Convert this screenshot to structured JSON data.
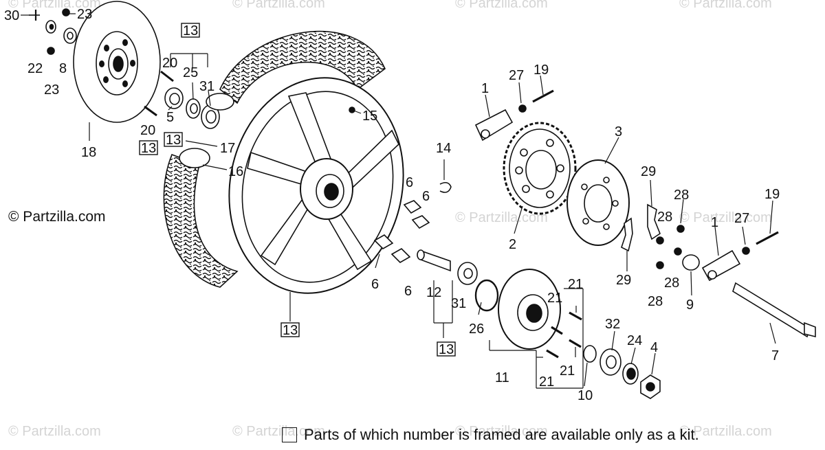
{
  "watermark_text": "© Partzilla.com",
  "copyright": "© Partzilla.com",
  "legend_text": "Parts of which number is framed are available only as a kit.",
  "callouts": [
    {
      "id": "c30",
      "label": "30",
      "framed": false
    },
    {
      "id": "c23a",
      "label": "23",
      "framed": false
    },
    {
      "id": "c22",
      "label": "22",
      "framed": false
    },
    {
      "id": "c8",
      "label": "8",
      "framed": false
    },
    {
      "id": "c23b",
      "label": "23",
      "framed": false
    },
    {
      "id": "c18",
      "label": "18",
      "framed": false
    },
    {
      "id": "c13a",
      "label": "13",
      "framed": true
    },
    {
      "id": "c20a",
      "label": "20",
      "framed": false
    },
    {
      "id": "c25",
      "label": "25",
      "framed": false
    },
    {
      "id": "c31a",
      "label": "31",
      "framed": false
    },
    {
      "id": "c5",
      "label": "5",
      "framed": false
    },
    {
      "id": "c20b",
      "label": "20",
      "framed": false
    },
    {
      "id": "c13b",
      "label": "13",
      "framed": true
    },
    {
      "id": "c13c",
      "label": "13",
      "framed": true
    },
    {
      "id": "c17",
      "label": "17",
      "framed": false
    },
    {
      "id": "c16",
      "label": "16",
      "framed": false
    },
    {
      "id": "c15",
      "label": "15",
      "framed": false
    },
    {
      "id": "c13d",
      "label": "13",
      "framed": true
    },
    {
      "id": "c14",
      "label": "14",
      "framed": false
    },
    {
      "id": "c6a",
      "label": "6",
      "framed": false
    },
    {
      "id": "c6b",
      "label": "6",
      "framed": false
    },
    {
      "id": "c6c",
      "label": "6",
      "framed": false
    },
    {
      "id": "c6d",
      "label": "6",
      "framed": false
    },
    {
      "id": "c12",
      "label": "12",
      "framed": false
    },
    {
      "id": "c31b",
      "label": "31",
      "framed": false
    },
    {
      "id": "c13e",
      "label": "13",
      "framed": true
    },
    {
      "id": "c26",
      "label": "26",
      "framed": false
    },
    {
      "id": "c1a",
      "label": "1",
      "framed": false
    },
    {
      "id": "c27a",
      "label": "27",
      "framed": false
    },
    {
      "id": "c19a",
      "label": "19",
      "framed": false
    },
    {
      "id": "c2",
      "label": "2",
      "framed": false
    },
    {
      "id": "c3",
      "label": "3",
      "framed": false
    },
    {
      "id": "c29a",
      "label": "29",
      "framed": false
    },
    {
      "id": "c29b",
      "label": "29",
      "framed": false
    },
    {
      "id": "c28a",
      "label": "28",
      "framed": false
    },
    {
      "id": "c28b",
      "label": "28",
      "framed": false
    },
    {
      "id": "c28c",
      "label": "28",
      "framed": false
    },
    {
      "id": "c28d",
      "label": "28",
      "framed": false
    },
    {
      "id": "c1b",
      "label": "1",
      "framed": false
    },
    {
      "id": "c27b",
      "label": "27",
      "framed": false
    },
    {
      "id": "c19b",
      "label": "19",
      "framed": false
    },
    {
      "id": "c9",
      "label": "9",
      "framed": false
    },
    {
      "id": "c7",
      "label": "7",
      "framed": false
    },
    {
      "id": "c21a",
      "label": "21",
      "framed": false
    },
    {
      "id": "c21b",
      "label": "21",
      "framed": false
    },
    {
      "id": "c21c",
      "label": "21",
      "framed": false
    },
    {
      "id": "c21d",
      "label": "21",
      "framed": false
    },
    {
      "id": "c11",
      "label": "11",
      "framed": false
    },
    {
      "id": "c10",
      "label": "10",
      "framed": false
    },
    {
      "id": "c32",
      "label": "32",
      "framed": false
    },
    {
      "id": "c24",
      "label": "24",
      "framed": false
    },
    {
      "id": "c4",
      "label": "4",
      "framed": false
    }
  ]
}
